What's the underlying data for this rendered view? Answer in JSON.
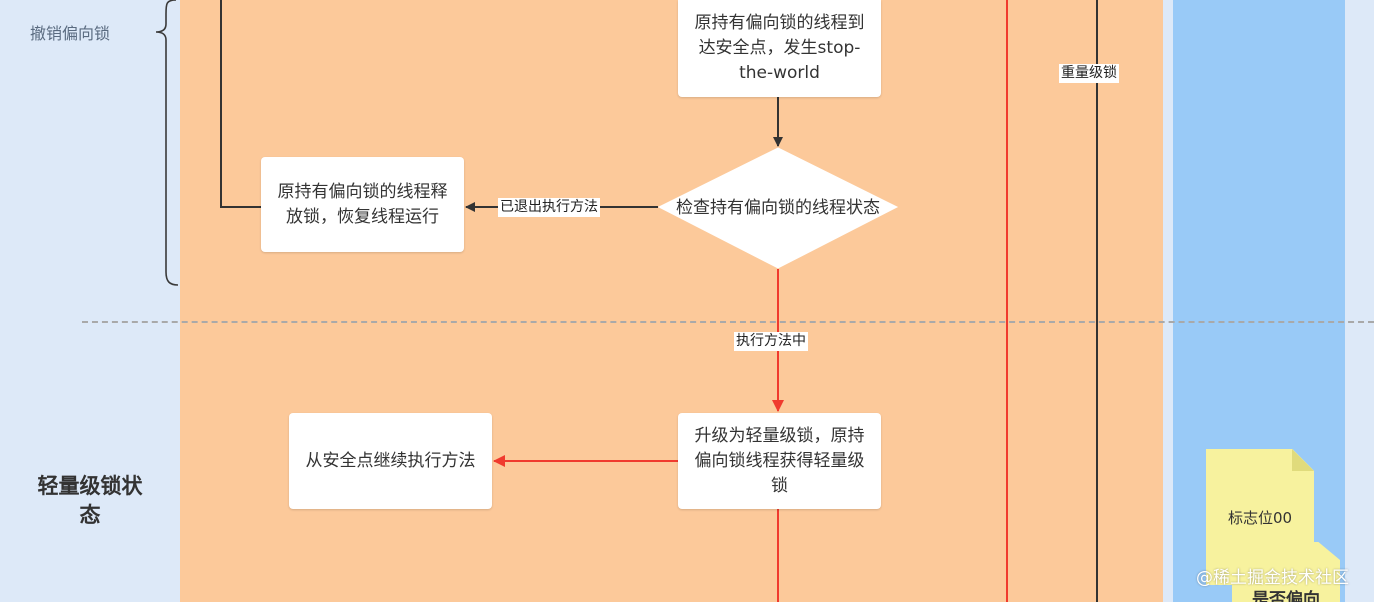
{
  "lanes": {
    "revoke_label": "撤销偏向锁",
    "lightweight_state_label": "轻量级锁状\n态",
    "heavyweight_label": "重量级锁"
  },
  "nodes": {
    "safepoint_box": "原持有偏向锁的线程到达安全点，发生stop-the-world",
    "check_diamond": "检查持有偏向锁的线程状态",
    "release_box": "原持有偏向锁的线程释放锁，恢复线程运行",
    "upgrade_box": "升级为轻量级锁，原持偏向锁线程获得轻量级锁",
    "resume_box": "从安全点继续执行方法"
  },
  "edges": {
    "exited_label": "已退出执行方法",
    "executing_label": "执行方法中"
  },
  "notes": {
    "flag_note": "标志位00",
    "biased_note": "是否偏向"
  },
  "watermark": "@稀土掘金技术社区",
  "colors": {
    "lane_bg": "#dde9f8",
    "main_bg": "#fcc99a",
    "blue_bg": "#99caf7",
    "red_edge": "#f03a2e",
    "dark_edge": "#333333",
    "note_bg": "#f7f29e"
  }
}
